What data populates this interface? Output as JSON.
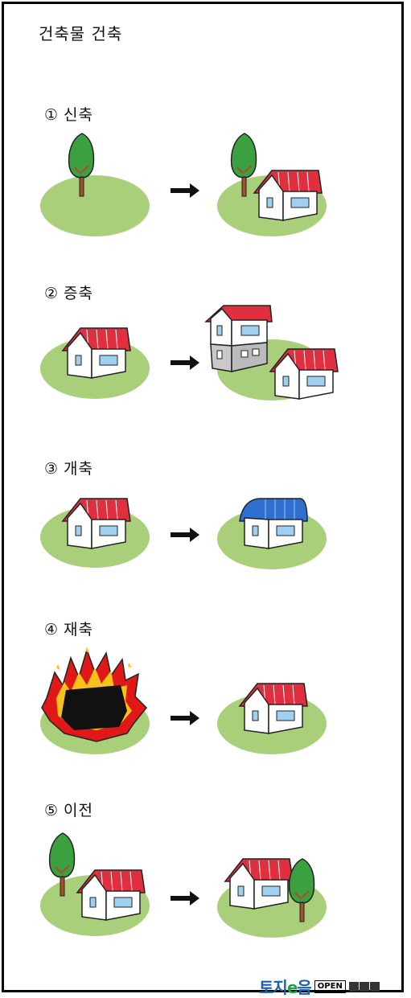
{
  "title": "건축물 건축",
  "sections": [
    {
      "num": "①",
      "label": "신축"
    },
    {
      "num": "②",
      "label": "증축"
    },
    {
      "num": "③",
      "label": "개축"
    },
    {
      "num": "④",
      "label": "재축"
    },
    {
      "num": "⑤",
      "label": "이전"
    }
  ],
  "footer": {
    "logo_prefix": "토지",
    "logo_e": "e",
    "logo_suffix": "음",
    "open_badge": "OPEN"
  },
  "colors": {
    "grass": "#a9cf7a",
    "roof_red": "#e03040",
    "roof_blue": "#2f6fd0",
    "tree_green": "#3aa040",
    "trunk": "#a0522d",
    "window": "#9fd0f0",
    "fire_red": "#e01818",
    "fire_yellow": "#f7c21a"
  }
}
